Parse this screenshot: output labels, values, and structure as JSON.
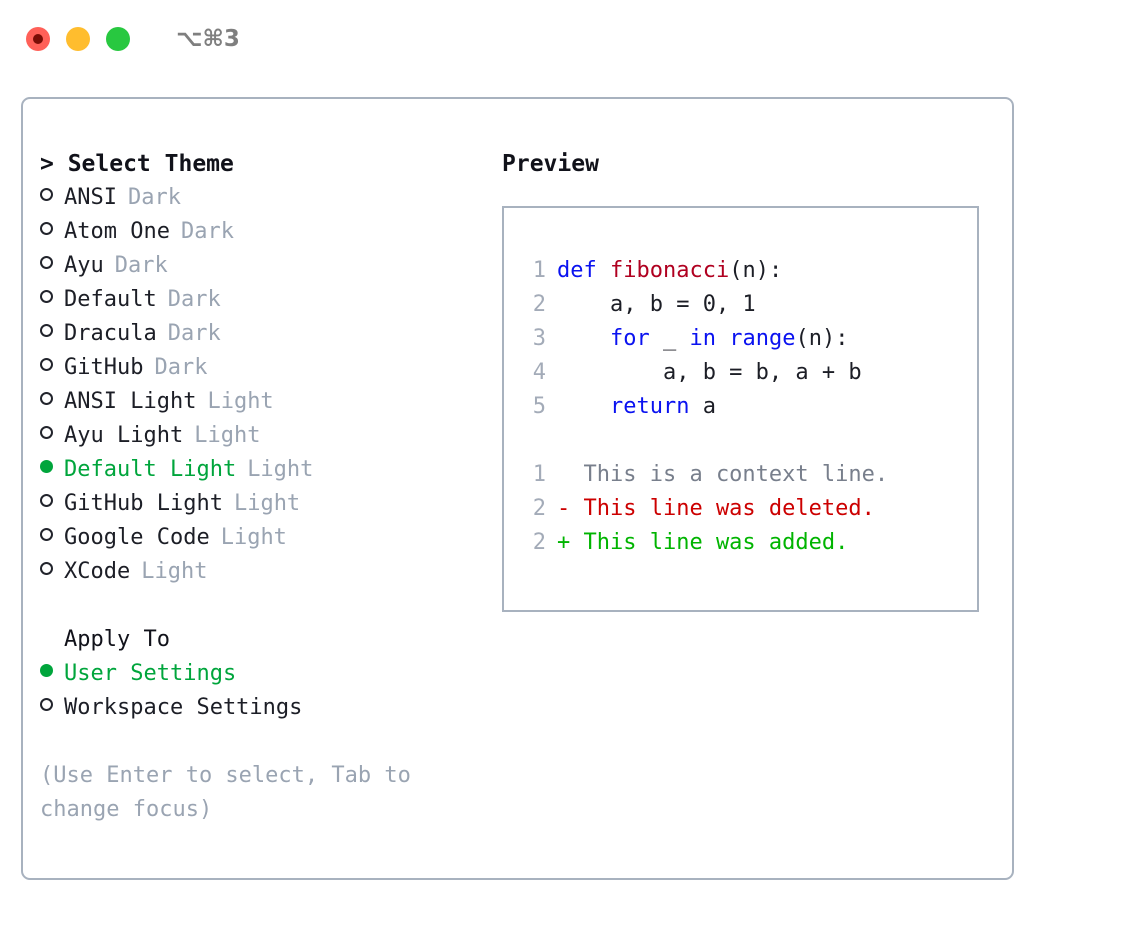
{
  "titlebar": {
    "shortcut": "⌥⌘3",
    "buttons": [
      {
        "name": "close-button",
        "color": "#ff6058"
      },
      {
        "name": "minimize-button",
        "color": "#ffbd2e"
      },
      {
        "name": "maximize-button",
        "color": "#28c840"
      }
    ]
  },
  "theme_picker": {
    "header": "> Select Theme",
    "items": [
      {
        "name": "ANSI",
        "kind": "Dark",
        "selected": false
      },
      {
        "name": "Atom One",
        "kind": "Dark",
        "selected": false
      },
      {
        "name": "Ayu",
        "kind": "Dark",
        "selected": false
      },
      {
        "name": "Default",
        "kind": "Dark",
        "selected": false
      },
      {
        "name": "Dracula",
        "kind": "Dark",
        "selected": false
      },
      {
        "name": "GitHub",
        "kind": "Dark",
        "selected": false
      },
      {
        "name": "ANSI Light",
        "kind": "Light",
        "selected": false
      },
      {
        "name": "Ayu Light",
        "kind": "Light",
        "selected": false
      },
      {
        "name": "Default Light",
        "kind": "Light",
        "selected": true
      },
      {
        "name": "GitHub Light",
        "kind": "Light",
        "selected": false
      },
      {
        "name": "Google Code",
        "kind": "Light",
        "selected": false
      },
      {
        "name": "XCode",
        "kind": "Light",
        "selected": false
      }
    ]
  },
  "apply_to": {
    "header": "Apply To",
    "options": [
      {
        "label": "User Settings",
        "selected": true
      },
      {
        "label": "Workspace Settings",
        "selected": false
      }
    ]
  },
  "hint": "(Use Enter to select, Tab to change focus)",
  "preview": {
    "header": "Preview",
    "code_lines": [
      {
        "num": "1",
        "tokens": [
          {
            "t": "def ",
            "c": "kw"
          },
          {
            "t": "fibonacci",
            "c": "fn"
          },
          {
            "t": "(n):",
            "c": "plain"
          }
        ]
      },
      {
        "num": "2",
        "tokens": [
          {
            "t": "    a, b = 0, 1",
            "c": "plain"
          }
        ]
      },
      {
        "num": "3",
        "tokens": [
          {
            "t": "    ",
            "c": "plain"
          },
          {
            "t": "for",
            "c": "kw"
          },
          {
            "t": " _ ",
            "c": "plain"
          },
          {
            "t": "in",
            "c": "kw"
          },
          {
            "t": " ",
            "c": "plain"
          },
          {
            "t": "range",
            "c": "kw"
          },
          {
            "t": "(n):",
            "c": "plain"
          }
        ]
      },
      {
        "num": "4",
        "tokens": [
          {
            "t": "        a, b = b, a + b",
            "c": "plain"
          }
        ]
      },
      {
        "num": "5",
        "tokens": [
          {
            "t": "    ",
            "c": "plain"
          },
          {
            "t": "return",
            "c": "kw"
          },
          {
            "t": " a",
            "c": "plain"
          }
        ]
      }
    ],
    "diff_lines": [
      {
        "num": "1",
        "marker": "  ",
        "text": "This is a context line.",
        "c": "ctx"
      },
      {
        "num": "2",
        "marker": "- ",
        "text": "This line was deleted.",
        "c": "del"
      },
      {
        "num": "2",
        "marker": "+ ",
        "text": "This line was added.",
        "c": "add"
      }
    ]
  },
  "colors": {
    "accent_green": "#00a53c",
    "muted": "#9aa4b2",
    "border": "#a8b2bf",
    "keyword": "#0a12f0",
    "function": "#b00020",
    "diff_add": "#00b400",
    "diff_del": "#cc0000"
  }
}
